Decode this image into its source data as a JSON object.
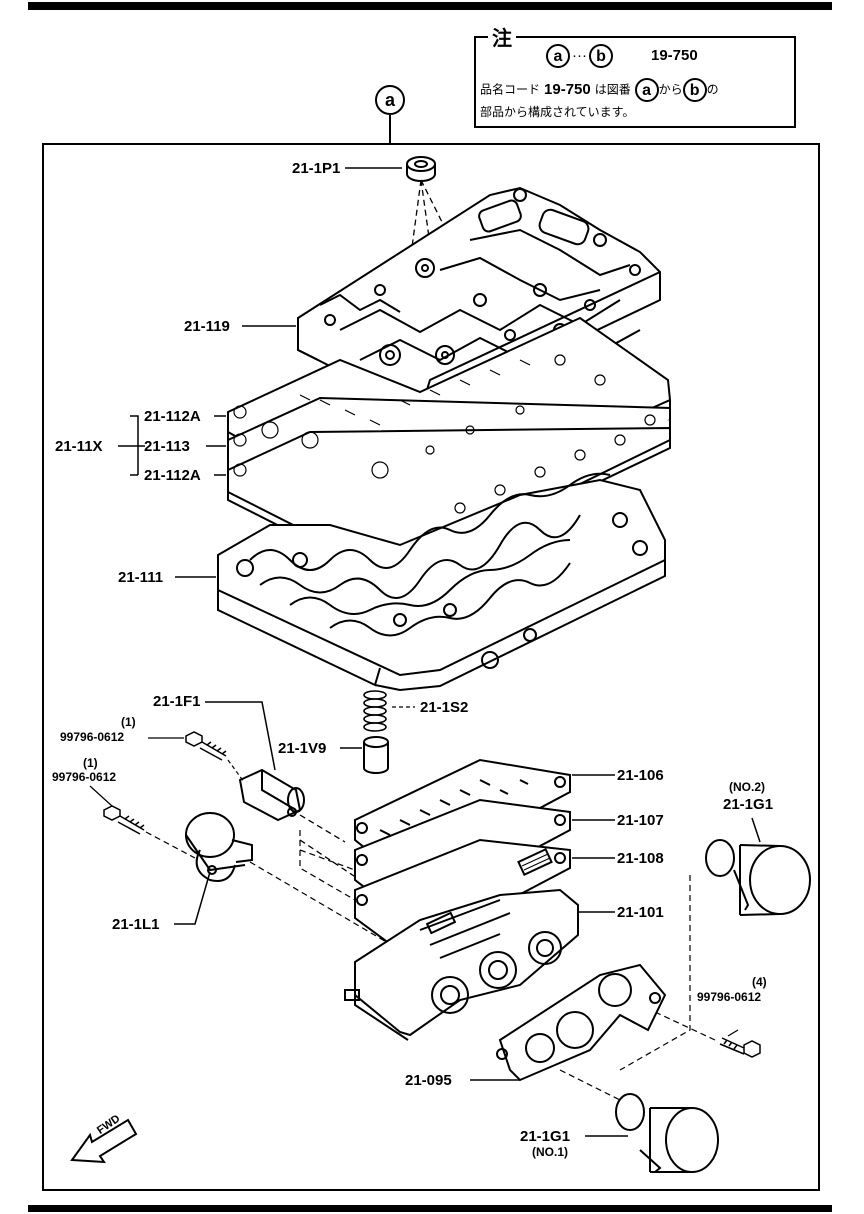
{
  "note": {
    "title": "注",
    "marker_a": "a",
    "marker_b": "b",
    "range_sep": "···",
    "code": "19-750",
    "line2_prefix": "品名コード",
    "line2_code": "19-750",
    "line2_mid": "は図番",
    "line2_from": "から",
    "line2_suffix": "の",
    "line3": "部品から構成されています。"
  },
  "callout_marker": "a",
  "labels": {
    "p21_1p1": "21-1P1",
    "p21_119": "21-119",
    "p21_112a_top": "21-112A",
    "p21_11x": "21-11X",
    "p21_113": "21-113",
    "p21_112a_bottom": "21-112A",
    "p21_111": "21-111",
    "p21_1f1": "21-1F1",
    "p21_1s2": "21-1S2",
    "bolt1_qty": "(1)",
    "bolt1_code": "99796-0612",
    "bolt2_qty": "(1)",
    "bolt2_code": "99796-0612",
    "p21_1v9": "21-1V9",
    "p21_106": "21-106",
    "no2": "(NO.2)",
    "p21_1g1_top": "21-1G1",
    "p21_107": "21-107",
    "p21_108": "21-108",
    "p21_1l1": "21-1L1",
    "p21_101": "21-101",
    "bolt3_qty": "(4)",
    "bolt3_code": "99796-0612",
    "p21_095": "21-095",
    "p21_1g1_bottom": "21-1G1",
    "no1": "(NO.1)",
    "fwd": "FWD"
  }
}
